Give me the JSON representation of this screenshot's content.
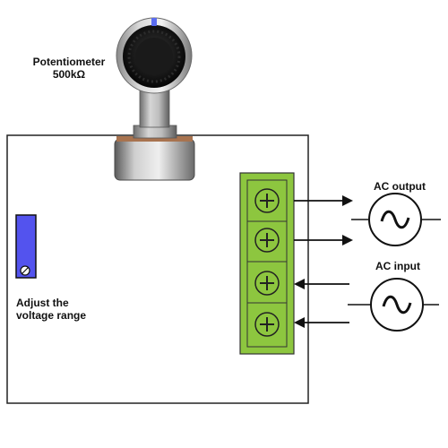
{
  "labels": {
    "potentiometer_title": "Potentiometer",
    "potentiometer_value": "500kΩ",
    "adjust_line1": "Adjust the",
    "adjust_line2": "voltage range",
    "ac_output": "AC output",
    "ac_input": "AC input"
  },
  "colors": {
    "terminal_block": "#8dc63f",
    "trimmer": "#5353ee",
    "knob_indicator": "#5a6cf0",
    "module_border": "#222222",
    "source_symbol": "#111111"
  },
  "icons": {
    "knob": "potentiometer-knob-icon",
    "trimmer": "trimmer-potentiometer-icon",
    "screw": "screw-terminal-icon",
    "ac_source": "ac-sine-source-icon",
    "arrow": "arrow-icon"
  }
}
